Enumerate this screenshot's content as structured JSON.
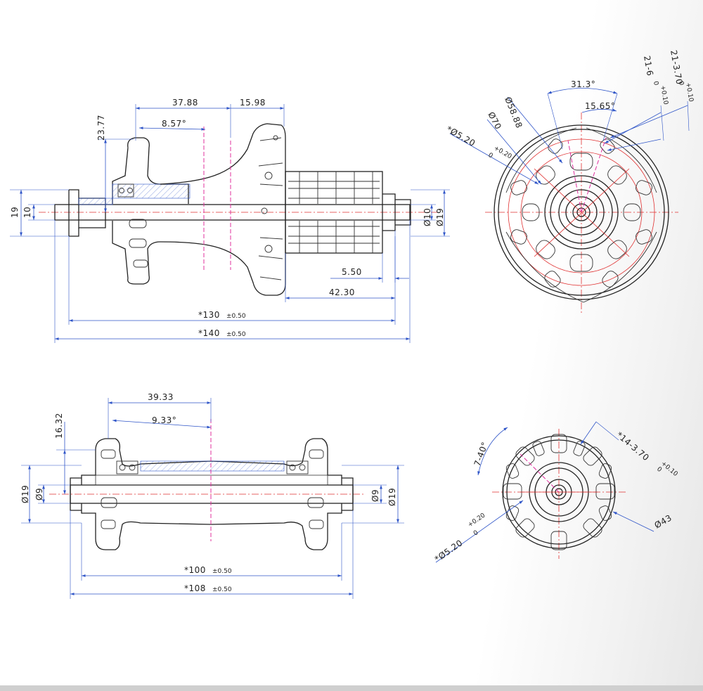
{
  "rear_hub_side": {
    "dims": {
      "d1": "37.88",
      "d2": "15.98",
      "d3": "23.77",
      "d4": "8.57°",
      "d5": "19",
      "d6": "10",
      "d7": "Ø10",
      "d8": "Ø19",
      "d9": "5.50",
      "d10": "42.30",
      "d11": "*130",
      "d11_tol": "±0.50",
      "d12": "*140",
      "d12_tol": "±0.50"
    }
  },
  "rear_hub_end": {
    "dims": {
      "angle1": "31.3°",
      "angle2": "15.65°",
      "pcd1": "Ø58.88",
      "pcd2": "Ø70",
      "hole": "*Ø5.20",
      "hole_tol_up": "+0.20",
      "hole_tol_dn": "0",
      "holes_a": "21-6",
      "holes_a_tol_up": "+0.10",
      "holes_a_tol_dn": "0",
      "holes_b": "21-3.70",
      "holes_b_tol_up": "+0.10",
      "holes_b_tol_dn": "0"
    }
  },
  "front_hub_side": {
    "dims": {
      "d1": "39.33",
      "d2": "9.33°",
      "d3": "16.32",
      "d4": "Ø19",
      "d5": "Ø9",
      "d6": "Ø9",
      "d7": "Ø19",
      "d8": "*100",
      "d8_tol": "±0.50",
      "d9": "*108",
      "d9_tol": "±0.50"
    }
  },
  "front_hub_end": {
    "dims": {
      "angle": "7-40°",
      "holes": "*14-3.70",
      "holes_tol_up": "+0.10",
      "holes_tol_dn": "0",
      "diam": "Ø43",
      "hole": "*Ø5.20",
      "hole_tol_up": "+0.20",
      "hole_tol_dn": "0"
    }
  }
}
